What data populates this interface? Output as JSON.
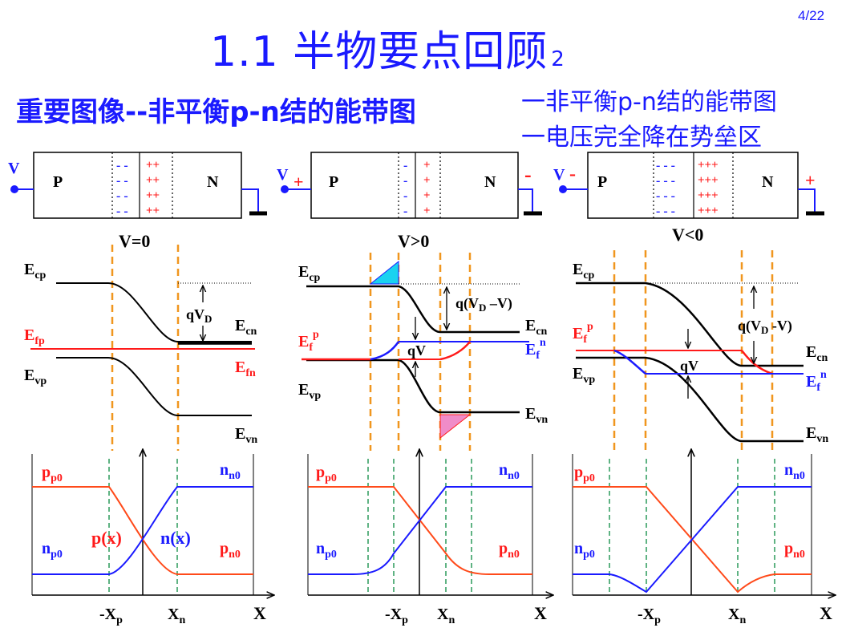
{
  "page_number": "4/22",
  "title": {
    "main": "1.1 半物要点回顾",
    "sub": "2"
  },
  "subtitle": "重要图像--非平衡p-n结的能带图",
  "notes": [
    "一非平衡p-n结的能带图",
    "一电压完全降在势垒区"
  ],
  "panels": [
    {
      "condition": "V=0",
      "bias": {
        "V": "V",
        "left_sign": "",
        "right_sign": ""
      },
      "junction": {
        "p": "P",
        "n": "N",
        "neg": [
          "- -",
          "- -",
          "- -",
          "- -"
        ],
        "pos": [
          "++",
          "++",
          "++",
          "++"
        ]
      },
      "labels": {
        "Ecp": "E",
        "Ecp_sub": "cp",
        "Efp": "E",
        "Efp_sub": "fp",
        "Evp": "E",
        "Evp_sub": "vp",
        "Ecn": "E",
        "Ecn_sub": "cn",
        "Efn": "E",
        "Efn_sub": "fn",
        "Evn": "E",
        "Evn_sub": "vn",
        "gap": "qV",
        "gap_sub": "D",
        "gap_tail": ""
      },
      "carriers": {
        "pp0": "p",
        "pp0_sub": "p0",
        "np0": "n",
        "np0_sub": "p0",
        "nn0": "n",
        "nn0_sub": "n0",
        "pn0": "p",
        "pn0_sub": "n0",
        "px": "p(x)",
        "nx": "n(x)"
      },
      "axis": {
        "xp": "-X",
        "xp_sub": "p",
        "xn": "X",
        "xn_sub": "n",
        "x": "X"
      }
    },
    {
      "condition": "V>0",
      "bias": {
        "V": "V",
        "left_sign": "+",
        "right_sign": "-"
      },
      "junction": {
        "p": "P",
        "n": "N",
        "neg": [
          "-",
          "-",
          "-",
          "-"
        ],
        "pos": [
          "+",
          "+",
          "+",
          "+"
        ]
      },
      "labels": {
        "Ecp": "E",
        "Ecp_sub": "cp",
        "Efp": "E",
        "Efp_sub": "f",
        "Efp_sup": "p",
        "Evp": "E",
        "Evp_sub": "vp",
        "Ecn": "E",
        "Ecn_sub": "cn",
        "Efn": "E",
        "Efn_sub": "f",
        "Efn_sup": "n",
        "Evn": "E",
        "Evn_sub": "vn",
        "gap": "q(V",
        "gap_sub": "D",
        "gap_tail": " –V)",
        "qv": "qV"
      },
      "carriers": {
        "pp0": "p",
        "pp0_sub": "p0",
        "np0": "n",
        "np0_sub": "p0",
        "nn0": "n",
        "nn0_sub": "n0",
        "pn0": "p",
        "pn0_sub": "n0"
      },
      "axis": {
        "xp": "-X",
        "xp_sub": "p",
        "xn": "X",
        "xn_sub": "n",
        "x": "X"
      }
    },
    {
      "condition": "V<0",
      "bias": {
        "V": "V",
        "left_sign": "-",
        "right_sign": "+"
      },
      "junction": {
        "p": "P",
        "n": "N",
        "neg": [
          "- - -",
          "- - -",
          "- - -",
          "- - -"
        ],
        "pos": [
          "+++",
          "+++",
          "+++",
          "+++"
        ]
      },
      "labels": {
        "Ecp": "E",
        "Ecp_sub": "cp",
        "Efp": "E",
        "Efp_sub": "f",
        "Efp_sup": "p",
        "Evp": "E",
        "Evp_sub": "vp",
        "Ecn": "E",
        "Ecn_sub": "cn",
        "Efn": "E",
        "Efn_sub": "f",
        "Efn_sup": "n",
        "Evn": "E",
        "Evn_sub": "vn",
        "gap": "q(V",
        "gap_sub": "D",
        "gap_tail": " -V)",
        "qv": "qV"
      },
      "carriers": {
        "pp0": "p",
        "pp0_sub": "p0",
        "np0": "n",
        "np0_sub": "p0",
        "nn0": "n",
        "nn0_sub": "n0",
        "pn0": "p",
        "pn0_sub": "n0"
      },
      "axis": {
        "xp": "-X",
        "xp_sub": "p",
        "xn": "X",
        "xn_sub": "n",
        "x": "X"
      }
    }
  ],
  "colors": {
    "blue": "#1a1aff",
    "red": "#ff1a1a",
    "orange": "#f0961e",
    "black": "#000000",
    "cyan": "#1ad2f0",
    "pink": "#f08cc8",
    "green": "#2a9a5a",
    "hole": "#ff4a1a",
    "electron": "#1a1aff"
  }
}
